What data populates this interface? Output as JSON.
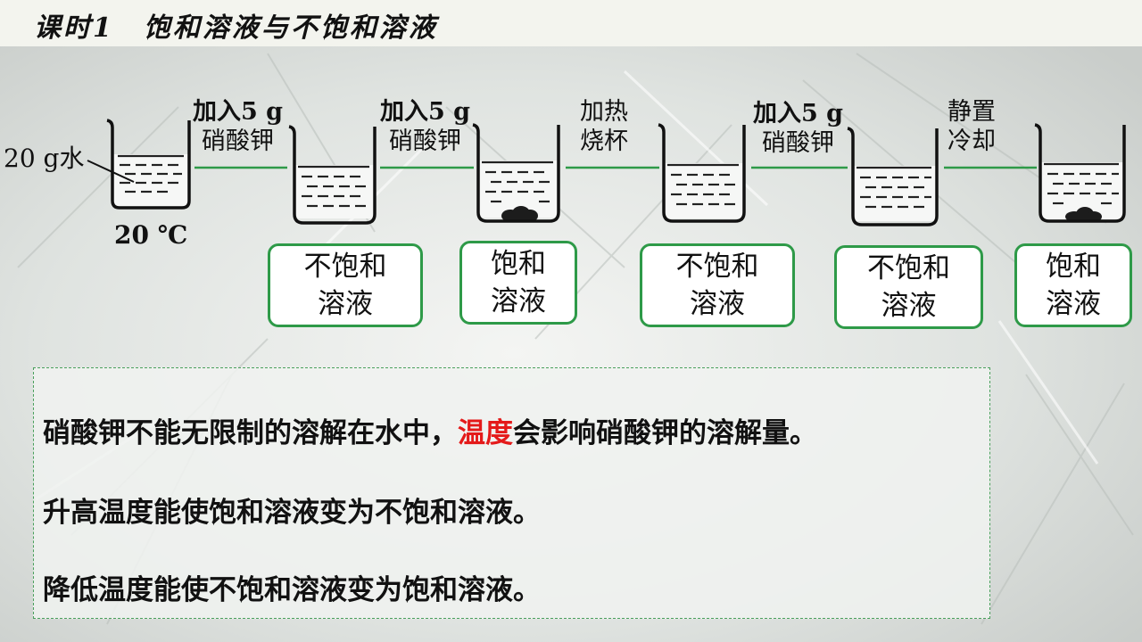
{
  "header": {
    "title": "课时1　饱和溶液与不饱和溶液"
  },
  "diagram": {
    "water_label": "20 g水",
    "temperature_label": "20 ℃",
    "steps": [
      {
        "line1": "加入5 g",
        "line2": "硝酸钾"
      },
      {
        "line1": "加入5 g",
        "line2": "硝酸钾"
      },
      {
        "line1": "加热",
        "line2": "烧杯"
      },
      {
        "line1": "加入5 g",
        "line2": "硝酸钾"
      },
      {
        "line1": "静置",
        "line2": "冷却"
      }
    ],
    "states": [
      {
        "line1": "不饱和",
        "line2": "溶液"
      },
      {
        "line1": "饱和",
        "line2": "溶液"
      },
      {
        "line1": "不饱和",
        "line2": "溶液"
      },
      {
        "line1": "不饱和",
        "line2": "溶液"
      },
      {
        "line1": "饱和",
        "line2": "溶液"
      }
    ]
  },
  "conclusions": {
    "line1_before": "硝酸钾不能无限制的溶解在水中，",
    "line1_highlight": "温度",
    "line1_after": "会影响硝酸钾的溶解量。",
    "line2": "升高温度能使饱和溶液变为不饱和溶液。",
    "line3": "降低温度能使不饱和溶液变为饱和溶液。"
  },
  "colors": {
    "accent_green": "#2e9a48",
    "highlight_red": "#e41a1a"
  }
}
